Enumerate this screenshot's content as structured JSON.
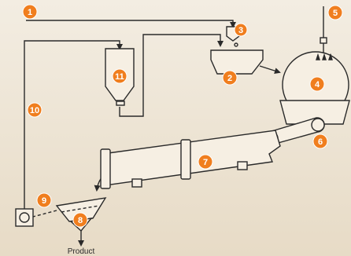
{
  "diagram": {
    "background_light": "#F3EDE2",
    "background_dark": "#E7DBC6",
    "equipment_fill": "#F6EFE3",
    "stroke_color": "#2A2A2A",
    "marker_color": "#F07E1E",
    "marker_text_color": "#FFFFFF",
    "markers": [
      {
        "id": 1,
        "label": "1"
      },
      {
        "id": 2,
        "label": "2"
      },
      {
        "id": 3,
        "label": "3"
      },
      {
        "id": 4,
        "label": "4"
      },
      {
        "id": 5,
        "label": "5"
      },
      {
        "id": 6,
        "label": "6"
      },
      {
        "id": 7,
        "label": "7"
      },
      {
        "id": 8,
        "label": "8"
      },
      {
        "id": 9,
        "label": "9"
      },
      {
        "id": 10,
        "label": "10"
      },
      {
        "id": 11,
        "label": "11"
      }
    ],
    "product_label": "Product"
  }
}
